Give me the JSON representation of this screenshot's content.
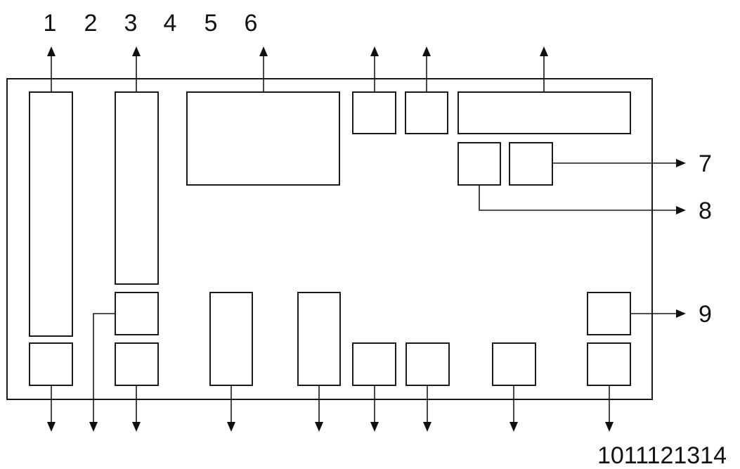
{
  "diagram": {
    "top_labels": [
      "1",
      "2",
      "3",
      "4",
      "5",
      "6"
    ],
    "right_labels": [
      "7",
      "8",
      "9"
    ],
    "bottom_label": "1011121314"
  }
}
